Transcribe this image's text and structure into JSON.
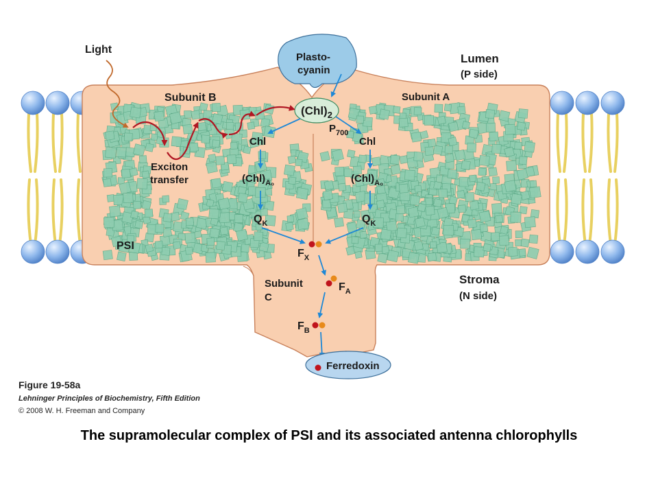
{
  "diagram": {
    "labels": {
      "light": "Light",
      "plastocyanin_line1": "Plasto-",
      "plastocyanin_line2": "cyanin",
      "lumen": "Lumen",
      "p_side": "(P side)",
      "subunit_b": "Subunit B",
      "subunit_a": "Subunit A",
      "chl2": "(Chl)",
      "chl2_sub": "2",
      "p700": "P",
      "p700_sub": "700",
      "chl_left": "Chl",
      "chl_right": "Chl",
      "a0_left": "(Chl)",
      "a0_left_sub": "A₀",
      "a0_right": "(Chl)",
      "a0_right_sub": "A₀",
      "qk_left": "Q",
      "qk_left_sub": "K",
      "qk_right": "Q",
      "qk_right_sub": "K",
      "exciton_line1": "Exciton",
      "exciton_line2": "transfer",
      "psi": "PSI",
      "fx": "F",
      "fx_sub": "X",
      "subunit_c_line1": "Subunit",
      "subunit_c_line2": "C",
      "fa": "F",
      "fa_sub": "A",
      "fb": "F",
      "fb_sub": "B",
      "stroma": "Stroma",
      "n_side": "(N side)",
      "ferredoxin": "Ferredoxin"
    },
    "colors": {
      "protein": "#f9cfb0",
      "protein_stroke": "#c8805a",
      "chlorophyll": "#8fcdb0",
      "plastocyanin": "#9ccbe8",
      "ferredoxin": "#b8d6ef",
      "chl2": "#d8edd9",
      "electron_arrow": "#1e88d6",
      "exciton_arrow": "#b01622",
      "cluster_red": "#c0141c",
      "cluster_orange": "#e88a1a",
      "lipid_head": "#7fb0e8"
    }
  },
  "figure": {
    "number": "Figure 19-58a",
    "book": "Lehninger Principles of Biochemistry, Fifth Edition",
    "copyright": "© 2008 W. H. Freeman and Company"
  },
  "caption": "The supramolecular complex of PSI and its associated antenna chlorophylls"
}
